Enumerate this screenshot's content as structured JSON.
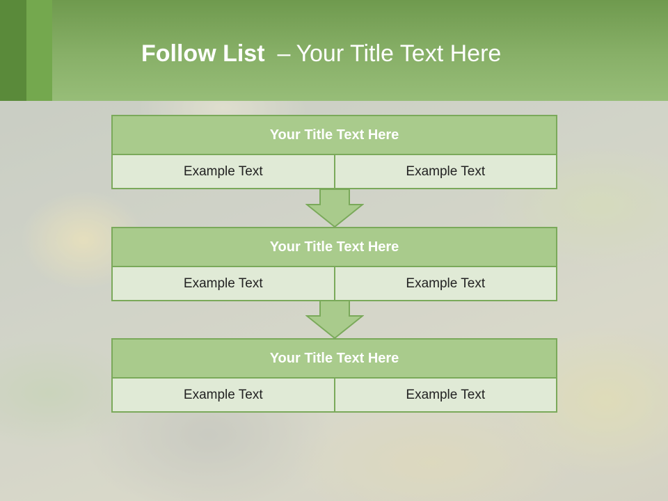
{
  "title": {
    "lead": "Follow List",
    "dash": "–",
    "rest": "Your Title Text Here"
  },
  "steps": [
    {
      "title": "Your Title Text Here",
      "left": "Example Text",
      "right": "Example Text"
    },
    {
      "title": "Your Title Text Here",
      "left": "Example Text",
      "right": "Example Text"
    },
    {
      "title": "Your Title Text Here",
      "left": "Example Text",
      "right": "Example Text"
    }
  ],
  "colors": {
    "header": "#88b068",
    "accent_dark": "#5a8a3a",
    "accent_mid": "#74a84e",
    "block_title": "#a9cb8c",
    "block_cell": "#e0ead6",
    "border": "#7aa95a"
  }
}
